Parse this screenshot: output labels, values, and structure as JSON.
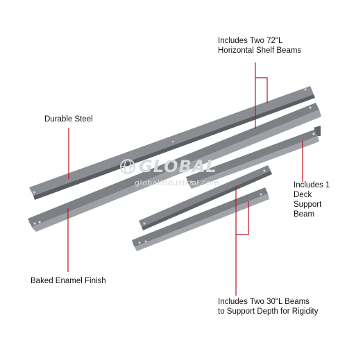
{
  "colors": {
    "beam": "#777b80",
    "beam_light": "#9fa3a8",
    "beam_dark": "#55595e",
    "leader": "#c1121f",
    "text": "#111111",
    "watermark": "#d7d9dc"
  },
  "labels": {
    "horizontal_beams": "Includes Two 72\"L\nHorizontal Shelf Beams",
    "durable_steel": "Durable Steel",
    "deck_support": "Includes 1\nDeck\nSupport\nBeam",
    "baked_enamel": "Baked Enamel Finish",
    "short_beams": "Includes Two 30\"L Beams\nto Support Depth for Rigidity"
  },
  "watermark": {
    "brand": "GLOBAL",
    "site": "globalindustrial.com"
  }
}
